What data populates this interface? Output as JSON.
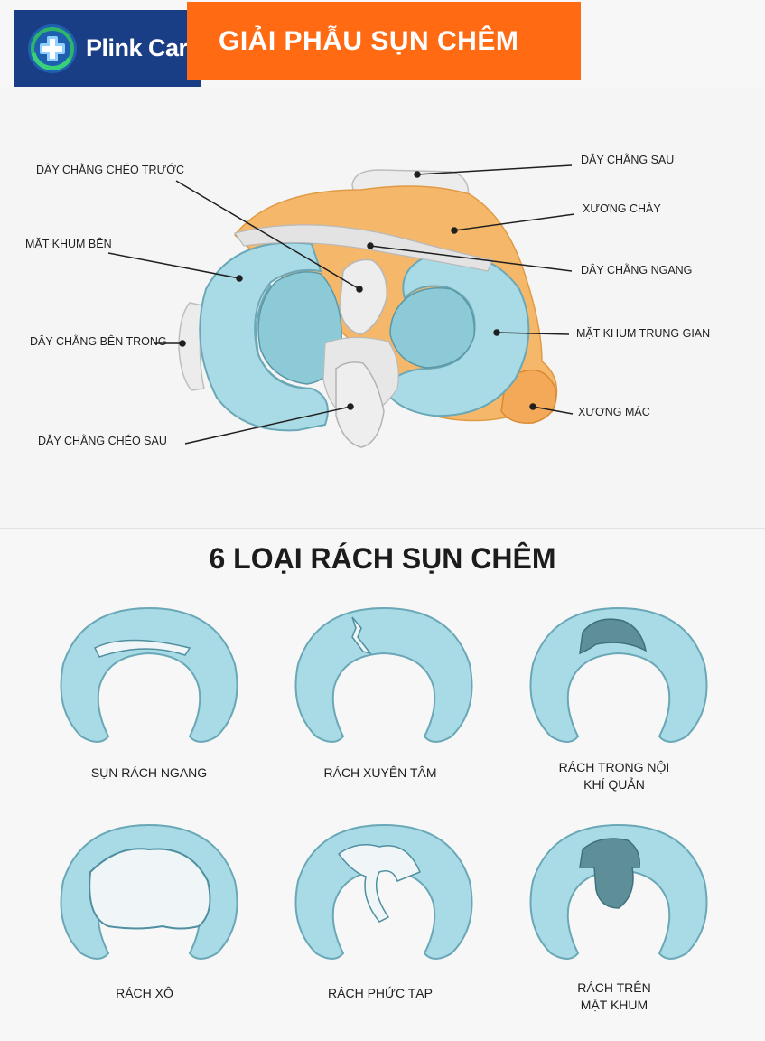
{
  "brand": {
    "name": "Plink Care",
    "logo_icon": "cross-logo-icon"
  },
  "header": {
    "title": "GIẢI PHẪU SỤN CHÊM"
  },
  "anatomy": {
    "labels": {
      "day_chang_cheo_truoc": "DÂY CHẰNG CHÉO TRƯỚC",
      "mat_khum_ben": "MẶT KHUM BÊN",
      "day_chang_ben_trong": "DÂY CHẰNG BÊN TRONG",
      "day_chang_cheo_sau": "DÂY CHẰNG CHÉO SAU",
      "day_chang_sau": "DÂY CHẰNG SAU",
      "xuong_chay": "XƯƠNG CHÀY",
      "day_chang_ngang": "DÂY CHẰNG NGANG",
      "mat_khum_trung_gian": "MẶT KHUM TRUNG GIAN",
      "xuong_mac": "XƯƠNG MÁC"
    }
  },
  "tears": {
    "title": "6 LOẠI RÁCH SỤN CHÊM",
    "items": [
      {
        "line1": "SỤN RÁCH NGANG",
        "line2": ""
      },
      {
        "line1": "RÁCH XUYÊN TÂM",
        "line2": ""
      },
      {
        "line1": "RÁCH TRONG NỘI",
        "line2": "KHÍ QUẢN"
      },
      {
        "line1": "RÁCH XÔ",
        "line2": ""
      },
      {
        "line1": "RÁCH PHỨC TẠP",
        "line2": ""
      },
      {
        "line1": "RÁCH TRÊN",
        "line2": "MẶT KHUM"
      }
    ]
  },
  "colors": {
    "brand_blue": "#1a3e86",
    "accent_orange": "#ff6a13",
    "meniscus_blue": "#a9dbe6",
    "bone_orange": "#f5b86a",
    "ligament_gray": "#e6e6e6"
  }
}
